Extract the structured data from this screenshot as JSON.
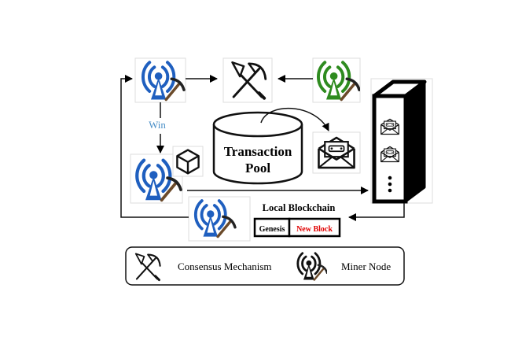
{
  "edge_labels": {
    "win": "Win"
  },
  "pool": {
    "line1": "Transaction",
    "line2": "Pool"
  },
  "local_chain": {
    "title": "Local Blockchain",
    "genesis": "Genesis",
    "new_block": "New Block"
  },
  "legend": {
    "consensus": "Consensus Mechanism",
    "miner": "Miner Node"
  },
  "colors": {
    "blue_miner": "#1f5fbf",
    "green_miner": "#2e8b1f",
    "black_miner": "#111111",
    "win_text": "#4a8fc7",
    "new_block_text": "#e00000"
  },
  "icons": [
    "miner-node-icon",
    "consensus-mechanism-icon",
    "mail-icon",
    "block-cube-icon",
    "server-icon",
    "database-cylinder-icon"
  ]
}
